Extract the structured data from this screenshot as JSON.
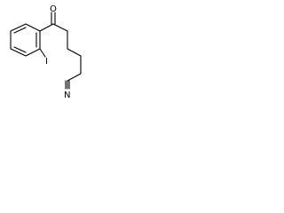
{
  "molecule": {
    "atoms": {
      "oxygen": "O",
      "iodine": "I",
      "nitrogen": "N"
    }
  }
}
